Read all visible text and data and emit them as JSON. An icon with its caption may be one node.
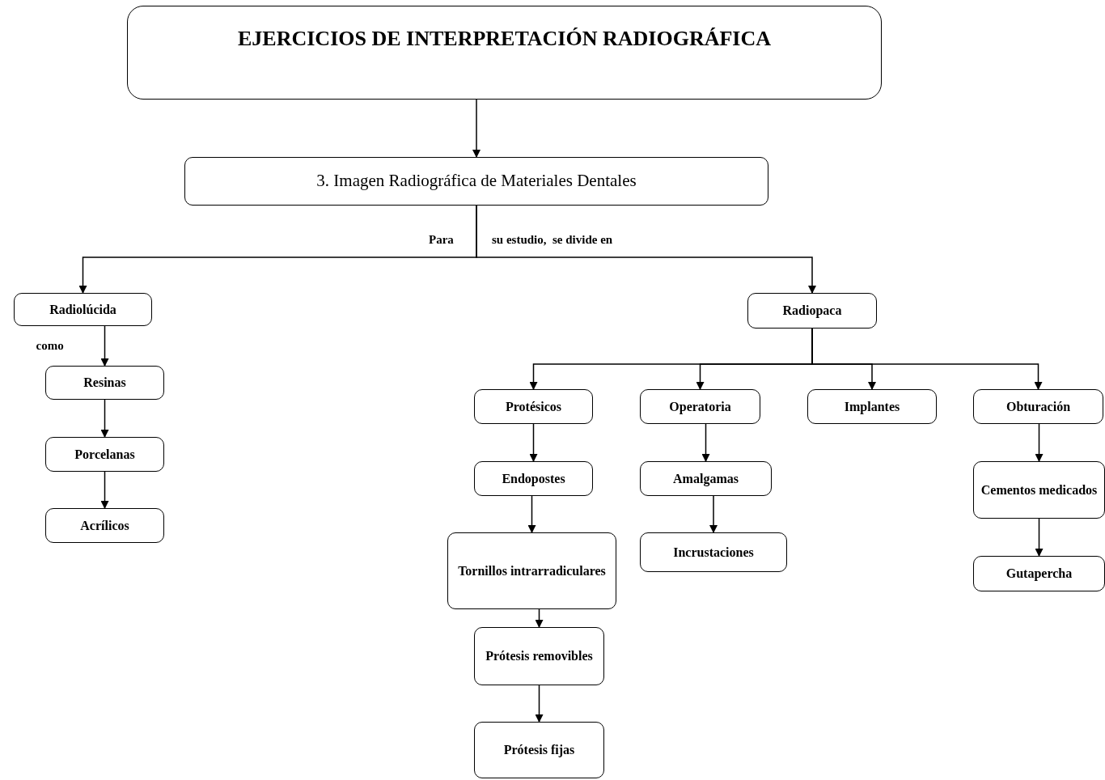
{
  "diagram": {
    "nodes": [
      {
        "text": [
          "EJERCICIOS DE INTERPRETACIÓN RADIOGRÁFICA"
        ]
      },
      {
        "text": [
          "3. Imagen Radiográfica de Materiales Dentales"
        ]
      },
      {
        "text": [
          "Radiolúcida"
        ]
      },
      {
        "text": [
          "Radiopaca"
        ]
      },
      {
        "text": [
          "Resinas"
        ]
      },
      {
        "text": [
          "Porcelanas"
        ]
      },
      {
        "text": [
          "Acrílicos"
        ]
      },
      {
        "text": [
          "Protésicos"
        ]
      },
      {
        "text": [
          "Operatoria"
        ]
      },
      {
        "text": [
          "Implantes"
        ]
      },
      {
        "text": [
          "Obturación"
        ]
      },
      {
        "text": [
          "Endopostes"
        ]
      },
      {
        "text": [
          "Amalgamas"
        ]
      },
      {
        "text": [
          "Tornillos intrarradiculares"
        ]
      },
      {
        "text": [
          "Incrustaciones"
        ]
      },
      {
        "text": [
          "Cementos medicados"
        ]
      },
      {
        "text": [
          "Gutapercha"
        ]
      },
      {
        "text": [
          "Prótesis removibles"
        ]
      },
      {
        "text": [
          "Prótesis fijas"
        ]
      }
    ],
    "edges": [
      {
        "from": 0,
        "to": 1,
        "arrow": "to"
      },
      {
        "from": 1,
        "to": 2,
        "arrow": "to"
      },
      {
        "from": 1,
        "to": 3,
        "arrow": "to"
      },
      {
        "from": 2,
        "to": 4,
        "arrow": "to",
        "label": "como"
      },
      {
        "from": 4,
        "to": 5,
        "arrow": "to"
      },
      {
        "from": 5,
        "to": 6,
        "arrow": "to"
      },
      {
        "from": 3,
        "to": 7,
        "arrow": "to"
      },
      {
        "from": 3,
        "to": 8,
        "arrow": "to"
      },
      {
        "from": 3,
        "to": 9,
        "arrow": "to"
      },
      {
        "from": 3,
        "to": 10,
        "arrow": "to"
      },
      {
        "from": 7,
        "to": 11,
        "arrow": "to"
      },
      {
        "from": 11,
        "to": 13,
        "arrow": "to"
      },
      {
        "from": 13,
        "to": 17,
        "arrow": "to"
      },
      {
        "from": 17,
        "to": 18,
        "arrow": "to"
      },
      {
        "from": 8,
        "to": 12,
        "arrow": "to"
      },
      {
        "from": 12,
        "to": 14,
        "arrow": "to"
      },
      {
        "from": 10,
        "to": 15,
        "arrow": "to"
      },
      {
        "from": 15,
        "to": 16,
        "arrow": "to"
      }
    ],
    "labels": [
      "Para",
      "su estudio,  se divide en"
    ]
  }
}
